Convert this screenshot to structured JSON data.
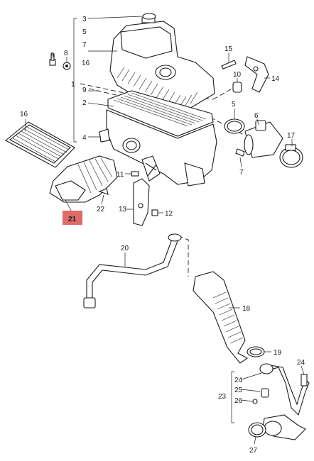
{
  "diagram": {
    "highlight_color": "#e06a6a",
    "highlighted_part": "21",
    "callouts": [
      {
        "id": "c3",
        "text": "3"
      },
      {
        "id": "c5a",
        "text": "5"
      },
      {
        "id": "c7a",
        "text": "7"
      },
      {
        "id": "c16a",
        "text": "16"
      },
      {
        "id": "c1",
        "text": "1"
      },
      {
        "id": "c9a",
        "text": "9"
      },
      {
        "id": "c2",
        "text": "2"
      },
      {
        "id": "c4",
        "text": "4"
      },
      {
        "id": "c16b",
        "text": "16"
      },
      {
        "id": "c9b",
        "text": "9"
      },
      {
        "id": "c8",
        "text": "8"
      },
      {
        "id": "c15",
        "text": "15"
      },
      {
        "id": "c10",
        "text": "10"
      },
      {
        "id": "c14",
        "text": "14"
      },
      {
        "id": "c5b",
        "text": "5"
      },
      {
        "id": "c6",
        "text": "6"
      },
      {
        "id": "c17",
        "text": "17"
      },
      {
        "id": "c7b",
        "text": "7"
      },
      {
        "id": "c11",
        "text": "11"
      },
      {
        "id": "c22",
        "text": "22"
      },
      {
        "id": "c13",
        "text": "13"
      },
      {
        "id": "c12",
        "text": "12"
      },
      {
        "id": "c21",
        "text": "21"
      },
      {
        "id": "c20",
        "text": "20"
      },
      {
        "id": "c18",
        "text": "18"
      },
      {
        "id": "c19",
        "text": "19"
      },
      {
        "id": "c24a",
        "text": "24"
      },
      {
        "id": "c24b",
        "text": "24"
      },
      {
        "id": "c23",
        "text": "23"
      },
      {
        "id": "c25",
        "text": "25"
      },
      {
        "id": "c26",
        "text": "26"
      },
      {
        "id": "c27",
        "text": "27"
      }
    ]
  }
}
